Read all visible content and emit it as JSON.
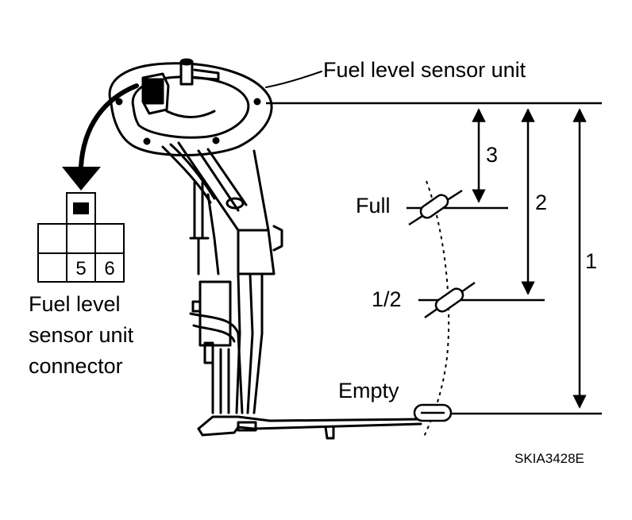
{
  "labels": {
    "unit": "Fuel level sensor unit",
    "connector_line1": "Fuel level",
    "connector_line2": "sensor unit",
    "connector_line3": "connector",
    "full": "Full",
    "half": "1/2",
    "empty": "Empty",
    "dim1": "1",
    "dim2": "2",
    "dim3": "3",
    "pin5": "5",
    "pin6": "6",
    "figure_id": "SKIA3428E"
  }
}
